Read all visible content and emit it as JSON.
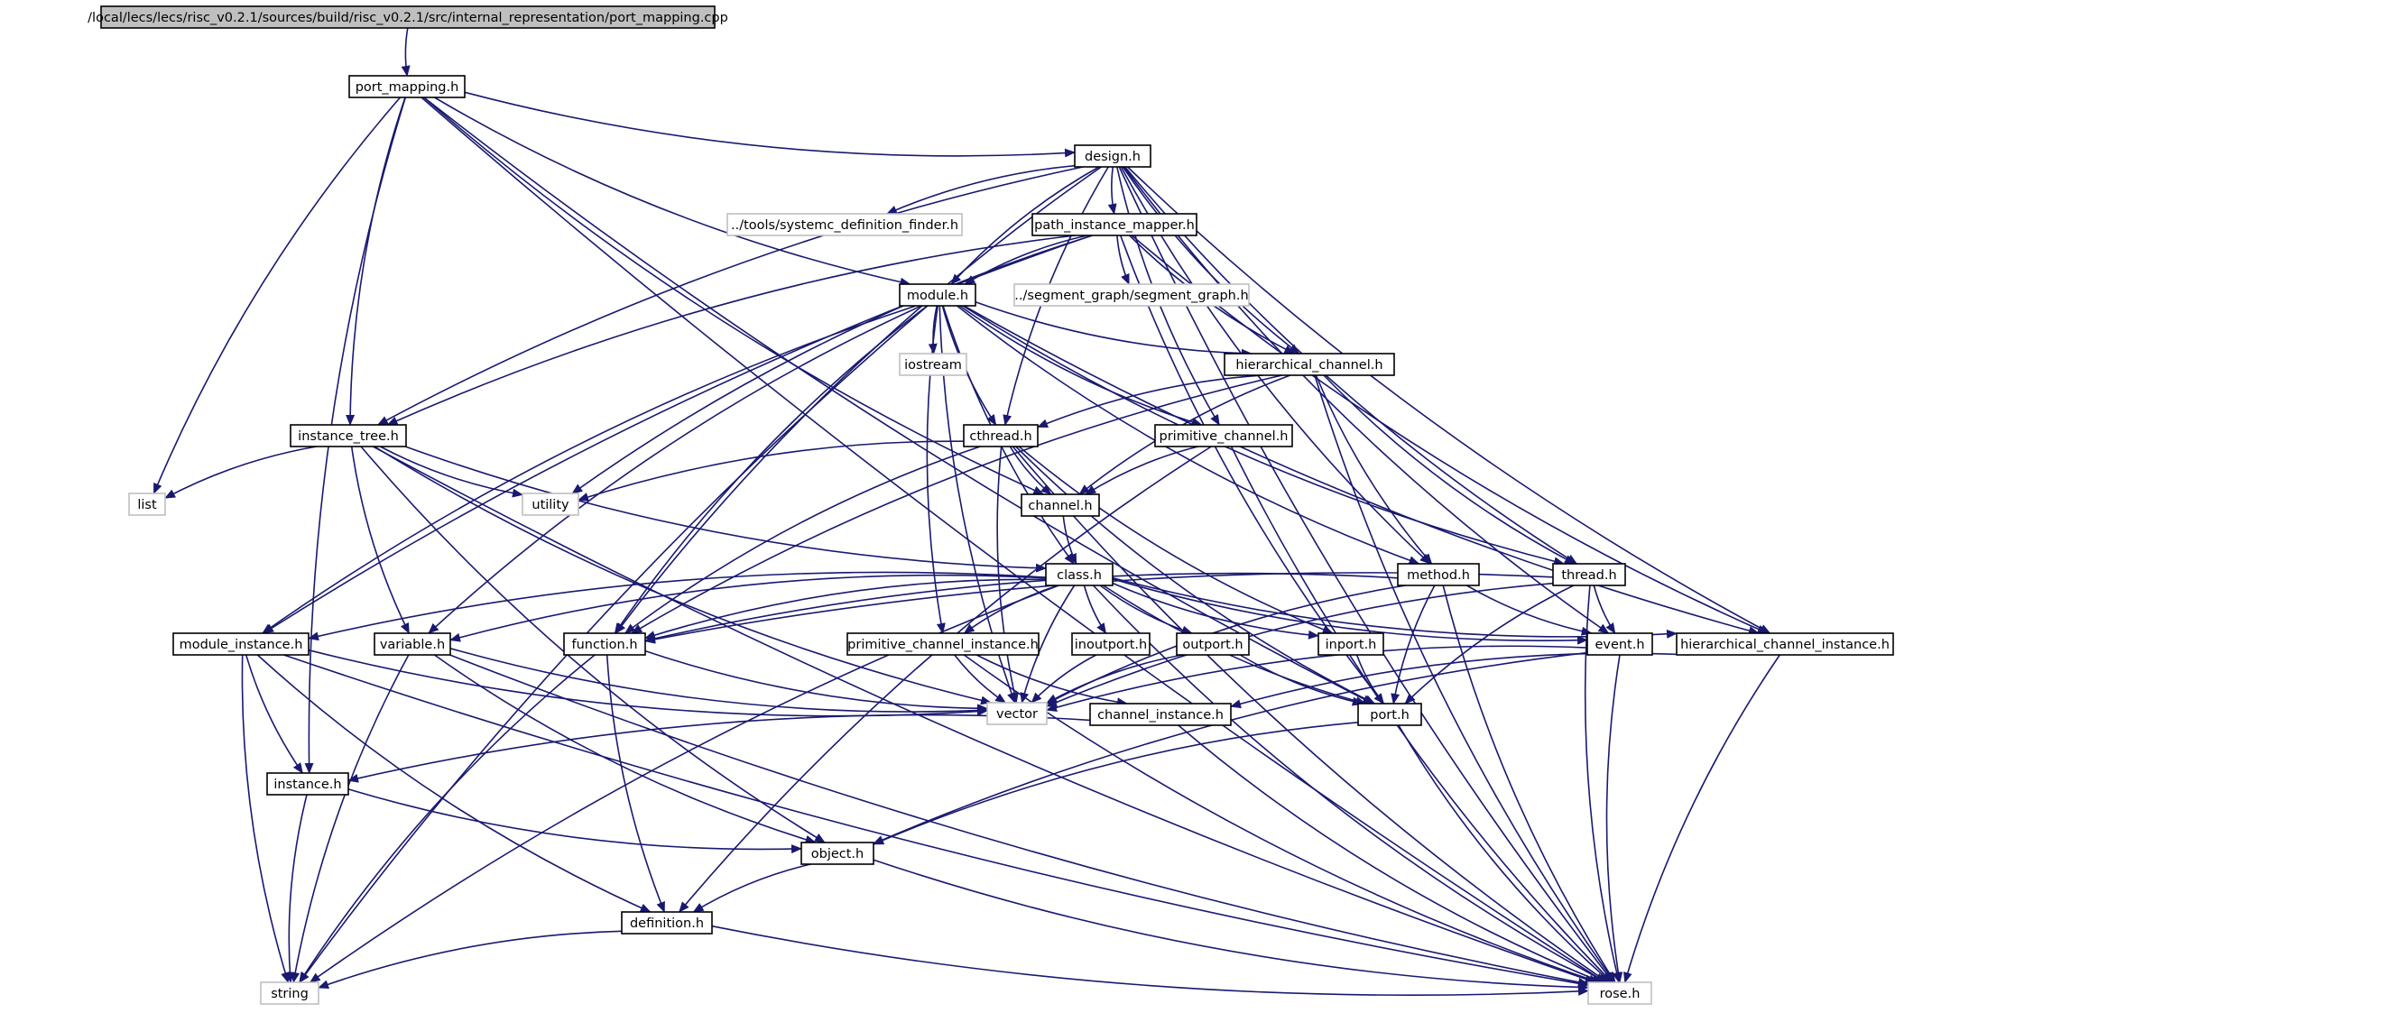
{
  "colors": {
    "edge": "#191970",
    "node_border": "#000000",
    "system_border": "#bfbfbf",
    "root_fill": "#bfbfbf",
    "node_fill": "#ffffff",
    "text": "#000000"
  },
  "nodes": [
    {
      "id": "root",
      "label": "/local/lecs/lecs/risc_v0.2.1/sources/build/risc_v0.2.1/src/internal_representation/port_mapping.cpp",
      "kind": "root"
    },
    {
      "id": "port_mapping",
      "label": "port_mapping.h",
      "kind": "file"
    },
    {
      "id": "design",
      "label": "design.h",
      "kind": "file"
    },
    {
      "id": "systemc_finder",
      "label": "../tools/systemc_definition_finder.h",
      "kind": "system"
    },
    {
      "id": "path_instance_mapper",
      "label": "path_instance_mapper.h",
      "kind": "file"
    },
    {
      "id": "module",
      "label": "module.h",
      "kind": "file"
    },
    {
      "id": "segment_graph",
      "label": "../segment_graph/segment_graph.h",
      "kind": "system"
    },
    {
      "id": "iostream",
      "label": "iostream",
      "kind": "system"
    },
    {
      "id": "hierarchical_channel",
      "label": "hierarchical_channel.h",
      "kind": "file"
    },
    {
      "id": "instance_tree",
      "label": "instance_tree.h",
      "kind": "file"
    },
    {
      "id": "cthread",
      "label": "cthread.h",
      "kind": "file"
    },
    {
      "id": "primitive_channel",
      "label": "primitive_channel.h",
      "kind": "file"
    },
    {
      "id": "list",
      "label": "list",
      "kind": "system"
    },
    {
      "id": "utility",
      "label": "utility",
      "kind": "system"
    },
    {
      "id": "channel",
      "label": "channel.h",
      "kind": "file"
    },
    {
      "id": "class",
      "label": "class.h",
      "kind": "file"
    },
    {
      "id": "method",
      "label": "method.h",
      "kind": "file"
    },
    {
      "id": "thread",
      "label": "thread.h",
      "kind": "file"
    },
    {
      "id": "module_instance",
      "label": "module_instance.h",
      "kind": "file"
    },
    {
      "id": "variable",
      "label": "variable.h",
      "kind": "file"
    },
    {
      "id": "function",
      "label": "function.h",
      "kind": "file"
    },
    {
      "id": "primitive_channel_instance",
      "label": "primitive_channel_instance.h",
      "kind": "file"
    },
    {
      "id": "inoutport",
      "label": "inoutport.h",
      "kind": "file"
    },
    {
      "id": "outport",
      "label": "outport.h",
      "kind": "file"
    },
    {
      "id": "inport",
      "label": "inport.h",
      "kind": "file"
    },
    {
      "id": "event",
      "label": "event.h",
      "kind": "file"
    },
    {
      "id": "hierarchical_channel_instance",
      "label": "hierarchical_channel_instance.h",
      "kind": "file"
    },
    {
      "id": "vector",
      "label": "vector",
      "kind": "system"
    },
    {
      "id": "channel_instance",
      "label": "channel_instance.h",
      "kind": "file"
    },
    {
      "id": "port",
      "label": "port.h",
      "kind": "file"
    },
    {
      "id": "instance",
      "label": "instance.h",
      "kind": "file"
    },
    {
      "id": "object",
      "label": "object.h",
      "kind": "file"
    },
    {
      "id": "definition",
      "label": "definition.h",
      "kind": "file"
    },
    {
      "id": "string",
      "label": "string",
      "kind": "system"
    },
    {
      "id": "rose",
      "label": "rose.h",
      "kind": "system"
    }
  ],
  "edges": [
    [
      "root",
      "port_mapping"
    ],
    [
      "port_mapping",
      "design"
    ],
    [
      "port_mapping",
      "module"
    ],
    [
      "port_mapping",
      "instance_tree"
    ],
    [
      "port_mapping",
      "list"
    ],
    [
      "port_mapping",
      "channel"
    ],
    [
      "port_mapping",
      "instance"
    ],
    [
      "port_mapping",
      "port"
    ],
    [
      "port_mapping",
      "rose"
    ],
    [
      "design",
      "systemc_finder"
    ],
    [
      "design",
      "path_instance_mapper"
    ],
    [
      "design",
      "module"
    ],
    [
      "design",
      "hierarchical_channel"
    ],
    [
      "design",
      "instance_tree"
    ],
    [
      "design",
      "cthread"
    ],
    [
      "design",
      "primitive_channel"
    ],
    [
      "design",
      "method"
    ],
    [
      "design",
      "thread"
    ],
    [
      "design",
      "function"
    ],
    [
      "design",
      "event"
    ],
    [
      "design",
      "hierarchical_channel_instance"
    ],
    [
      "design",
      "rose"
    ],
    [
      "path_instance_mapper",
      "segment_graph"
    ],
    [
      "path_instance_mapper",
      "module"
    ],
    [
      "path_instance_mapper",
      "hierarchical_channel"
    ],
    [
      "path_instance_mapper",
      "instance_tree"
    ],
    [
      "path_instance_mapper",
      "utility"
    ],
    [
      "path_instance_mapper",
      "module_instance"
    ],
    [
      "path_instance_mapper",
      "hierarchical_channel_instance"
    ],
    [
      "path_instance_mapper",
      "port"
    ],
    [
      "module",
      "iostream"
    ],
    [
      "module",
      "hierarchical_channel"
    ],
    [
      "module",
      "cthread"
    ],
    [
      "module",
      "primitive_channel"
    ],
    [
      "module",
      "method"
    ],
    [
      "module",
      "thread"
    ],
    [
      "module",
      "class"
    ],
    [
      "module",
      "module_instance"
    ],
    [
      "module",
      "variable"
    ],
    [
      "module",
      "function"
    ],
    [
      "module",
      "primitive_channel_instance"
    ],
    [
      "module",
      "vector"
    ],
    [
      "module",
      "string"
    ],
    [
      "module",
      "hierarchical_channel_instance"
    ],
    [
      "hierarchical_channel",
      "cthread"
    ],
    [
      "hierarchical_channel",
      "channel"
    ],
    [
      "hierarchical_channel",
      "method"
    ],
    [
      "hierarchical_channel",
      "thread"
    ],
    [
      "hierarchical_channel",
      "function"
    ],
    [
      "hierarchical_channel",
      "rose"
    ],
    [
      "instance_tree",
      "list"
    ],
    [
      "instance_tree",
      "utility"
    ],
    [
      "instance_tree",
      "class"
    ],
    [
      "instance_tree",
      "variable"
    ],
    [
      "instance_tree",
      "vector"
    ],
    [
      "instance_tree",
      "object"
    ],
    [
      "instance_tree",
      "rose"
    ],
    [
      "cthread",
      "utility"
    ],
    [
      "cthread",
      "channel"
    ],
    [
      "cthread",
      "function"
    ],
    [
      "cthread",
      "vector"
    ],
    [
      "cthread",
      "inport"
    ],
    [
      "cthread",
      "port"
    ],
    [
      "cthread",
      "rose"
    ],
    [
      "primitive_channel",
      "channel"
    ],
    [
      "primitive_channel",
      "definition"
    ],
    [
      "primitive_channel",
      "rose"
    ],
    [
      "channel",
      "class"
    ],
    [
      "class",
      "module_instance"
    ],
    [
      "class",
      "variable"
    ],
    [
      "class",
      "function"
    ],
    [
      "class",
      "primitive_channel_instance"
    ],
    [
      "class",
      "inoutport"
    ],
    [
      "class",
      "outport"
    ],
    [
      "class",
      "inport"
    ],
    [
      "class",
      "event"
    ],
    [
      "class",
      "hierarchical_channel_instance"
    ],
    [
      "class",
      "port"
    ],
    [
      "class",
      "vector"
    ],
    [
      "class",
      "string"
    ],
    [
      "class",
      "rose"
    ],
    [
      "method",
      "event"
    ],
    [
      "method",
      "port"
    ],
    [
      "method",
      "vector"
    ],
    [
      "method",
      "function"
    ],
    [
      "method",
      "rose"
    ],
    [
      "thread",
      "event"
    ],
    [
      "thread",
      "port"
    ],
    [
      "thread",
      "vector"
    ],
    [
      "thread",
      "function"
    ],
    [
      "thread",
      "rose"
    ],
    [
      "module_instance",
      "instance"
    ],
    [
      "module_instance",
      "definition"
    ],
    [
      "module_instance",
      "vector"
    ],
    [
      "module_instance",
      "string"
    ],
    [
      "module_instance",
      "rose"
    ],
    [
      "variable",
      "object"
    ],
    [
      "variable",
      "vector"
    ],
    [
      "variable",
      "string"
    ],
    [
      "variable",
      "rose"
    ],
    [
      "function",
      "definition"
    ],
    [
      "function",
      "vector"
    ],
    [
      "function",
      "string"
    ],
    [
      "primitive_channel_instance",
      "vector"
    ],
    [
      "primitive_channel_instance",
      "channel_instance"
    ],
    [
      "primitive_channel_instance",
      "rose"
    ],
    [
      "inoutport",
      "vector"
    ],
    [
      "outport",
      "vector"
    ],
    [
      "outport",
      "port"
    ],
    [
      "inport",
      "port"
    ],
    [
      "event",
      "vector"
    ],
    [
      "event",
      "object"
    ],
    [
      "event",
      "rose"
    ],
    [
      "hierarchical_channel_instance",
      "channel_instance"
    ],
    [
      "hierarchical_channel_instance",
      "rose"
    ],
    [
      "channel_instance",
      "instance"
    ],
    [
      "channel_instance",
      "rose"
    ],
    [
      "port",
      "object"
    ],
    [
      "port",
      "rose"
    ],
    [
      "instance",
      "object"
    ],
    [
      "instance",
      "string"
    ],
    [
      "object",
      "definition"
    ],
    [
      "object",
      "rose"
    ],
    [
      "definition",
      "string"
    ],
    [
      "definition",
      "rose"
    ]
  ]
}
